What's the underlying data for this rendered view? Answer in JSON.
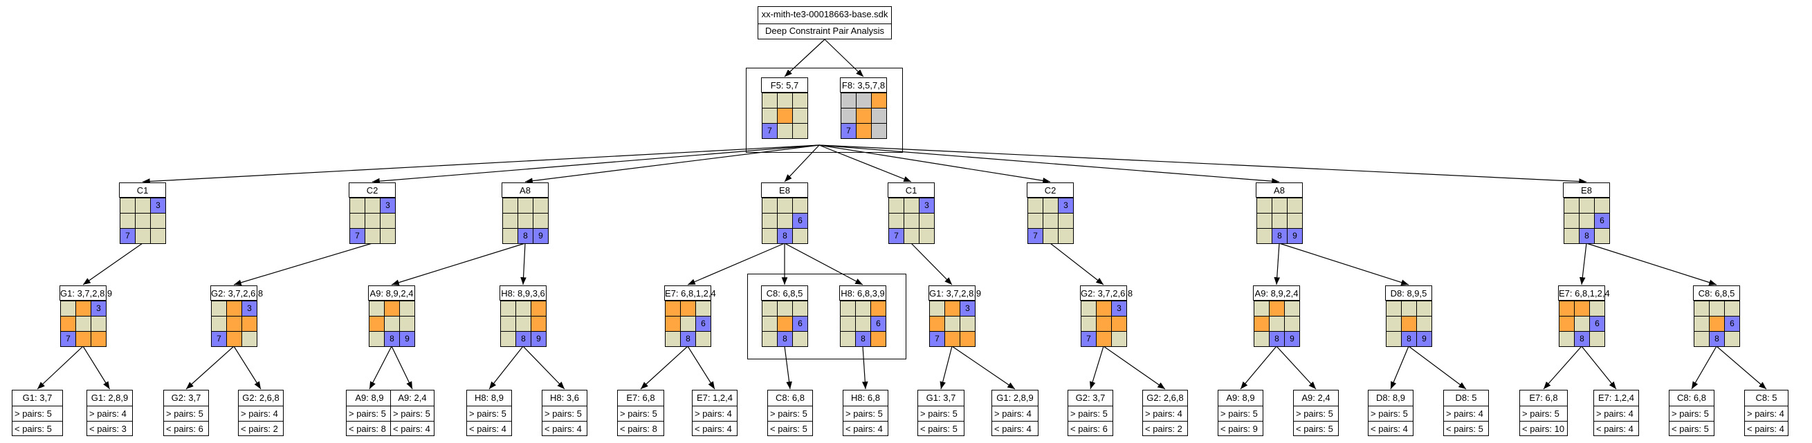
{
  "header": {
    "file": "xx-mith-te3-00018663-base.sdk",
    "subtitle": "Deep Constraint Pair Analysis"
  },
  "colors": {
    "given": "#7f7fff",
    "candidate": "#ffa640",
    "cell": "#ddddbb",
    "excluded": "#c8c8c8",
    "line": "#000000"
  },
  "pair_nodes": [
    {
      "id": "P1",
      "label": "F5: 5,7",
      "cells": [
        "c",
        "c",
        "c",
        "c",
        "o",
        "c",
        "b",
        "c",
        "c"
      ],
      "nums": [
        "",
        "",
        "",
        "",
        "",
        "",
        "7",
        "",
        ""
      ]
    },
    {
      "id": "P2",
      "label": "F8: 3,5,7,8",
      "cells": [
        "g",
        "g",
        "o",
        "g",
        "o",
        "g",
        "b",
        "o",
        "g"
      ],
      "nums": [
        "",
        "",
        "",
        "",
        "",
        "",
        "7",
        "",
        ""
      ]
    }
  ],
  "level1": [
    {
      "id": "L1a",
      "label": "C1",
      "cells": [
        "c",
        "c",
        "b",
        "c",
        "c",
        "c",
        "b",
        "c",
        "c"
      ],
      "nums": [
        "",
        "",
        "3",
        "",
        "",
        "",
        "7",
        "",
        ""
      ]
    },
    {
      "id": "L1b",
      "label": "C2",
      "cells": [
        "c",
        "c",
        "b",
        "c",
        "c",
        "c",
        "b",
        "c",
        "c"
      ],
      "nums": [
        "",
        "",
        "3",
        "",
        "",
        "",
        "7",
        "",
        ""
      ]
    },
    {
      "id": "L1c",
      "label": "A8",
      "cells": [
        "c",
        "c",
        "c",
        "c",
        "c",
        "c",
        "c",
        "b",
        "b"
      ],
      "nums": [
        "",
        "",
        "",
        "",
        "",
        "",
        "",
        "8",
        "9"
      ]
    },
    {
      "id": "L1d",
      "label": "E8",
      "cells": [
        "c",
        "c",
        "c",
        "c",
        "c",
        "b",
        "c",
        "b",
        "c"
      ],
      "nums": [
        "",
        "",
        "",
        "",
        "",
        "6",
        "",
        "8",
        ""
      ]
    },
    {
      "id": "L1e",
      "label": "C1",
      "cells": [
        "c",
        "c",
        "b",
        "c",
        "c",
        "c",
        "b",
        "c",
        "c"
      ],
      "nums": [
        "",
        "",
        "3",
        "",
        "",
        "",
        "7",
        "",
        ""
      ]
    },
    {
      "id": "L1f",
      "label": "C2",
      "cells": [
        "c",
        "c",
        "b",
        "c",
        "c",
        "c",
        "b",
        "c",
        "c"
      ],
      "nums": [
        "",
        "",
        "3",
        "",
        "",
        "",
        "7",
        "",
        ""
      ]
    },
    {
      "id": "L1g",
      "label": "A8",
      "cells": [
        "c",
        "c",
        "c",
        "c",
        "c",
        "c",
        "c",
        "b",
        "b"
      ],
      "nums": [
        "",
        "",
        "",
        "",
        "",
        "",
        "",
        "8",
        "9"
      ]
    },
    {
      "id": "L1h",
      "label": "E8",
      "cells": [
        "c",
        "c",
        "c",
        "c",
        "c",
        "b",
        "c",
        "b",
        "c"
      ],
      "nums": [
        "",
        "",
        "",
        "",
        "",
        "6",
        "",
        "8",
        ""
      ]
    }
  ],
  "level2": [
    {
      "id": "L2a",
      "label": "G1: 3,7,2,8,9",
      "cells": [
        "c",
        "o",
        "b",
        "o",
        "c",
        "c",
        "b",
        "o",
        "o"
      ],
      "nums": [
        "",
        "",
        "3",
        "",
        "",
        "",
        "7",
        "",
        ""
      ]
    },
    {
      "id": "L2b",
      "label": "G2: 3,7,2,6,8",
      "cells": [
        "c",
        "o",
        "b",
        "c",
        "o",
        "o",
        "b",
        "o",
        "c"
      ],
      "nums": [
        "",
        "",
        "3",
        "",
        "",
        "",
        "7",
        "",
        ""
      ]
    },
    {
      "id": "L2c",
      "label": "A9: 8,9,2,4",
      "cells": [
        "c",
        "o",
        "c",
        "o",
        "c",
        "c",
        "c",
        "b",
        "b"
      ],
      "nums": [
        "",
        "",
        "",
        "",
        "",
        "",
        "",
        "8",
        "9"
      ]
    },
    {
      "id": "L2d",
      "label": "H8: 8,9,3,6",
      "cells": [
        "c",
        "c",
        "o",
        "c",
        "c",
        "o",
        "c",
        "b",
        "b"
      ],
      "nums": [
        "",
        "",
        "",
        "",
        "",
        "",
        "",
        "8",
        "9"
      ]
    },
    {
      "id": "L2e",
      "label": "E7: 6,8,1,2,4",
      "cells": [
        "o",
        "o",
        "c",
        "o",
        "c",
        "b",
        "c",
        "b",
        "c"
      ],
      "nums": [
        "",
        "",
        "",
        "",
        "",
        "6",
        "",
        "8",
        ""
      ]
    },
    {
      "id": "L2f",
      "label": "C8: 6,8,5",
      "cells": [
        "c",
        "c",
        "c",
        "c",
        "o",
        "b",
        "c",
        "b",
        "c"
      ],
      "nums": [
        "",
        "",
        "",
        "",
        "",
        "6",
        "",
        "8",
        ""
      ]
    },
    {
      "id": "L2g",
      "label": "H8: 6,8,3,9",
      "cells": [
        "c",
        "c",
        "o",
        "c",
        "c",
        "b",
        "c",
        "b",
        "o"
      ],
      "nums": [
        "",
        "",
        "",
        "",
        "",
        "6",
        "",
        "8",
        ""
      ]
    },
    {
      "id": "L2h",
      "label": "G1: 3,7,2,8,9",
      "cells": [
        "c",
        "o",
        "b",
        "o",
        "c",
        "c",
        "b",
        "o",
        "o"
      ],
      "nums": [
        "",
        "",
        "3",
        "",
        "",
        "",
        "7",
        "",
        ""
      ]
    },
    {
      "id": "L2i",
      "label": "G2: 3,7,2,6,8",
      "cells": [
        "c",
        "o",
        "b",
        "c",
        "o",
        "o",
        "b",
        "o",
        "c"
      ],
      "nums": [
        "",
        "",
        "3",
        "",
        "",
        "",
        "7",
        "",
        ""
      ]
    },
    {
      "id": "L2j",
      "label": "A9: 8,9,2,4",
      "cells": [
        "c",
        "o",
        "c",
        "o",
        "c",
        "c",
        "c",
        "b",
        "b"
      ],
      "nums": [
        "",
        "",
        "",
        "",
        "",
        "",
        "",
        "8",
        "9"
      ]
    },
    {
      "id": "L2k",
      "label": "D8: 8,9,5",
      "cells": [
        "c",
        "c",
        "c",
        "c",
        "o",
        "c",
        "c",
        "b",
        "b"
      ],
      "nums": [
        "",
        "",
        "",
        "",
        "",
        "",
        "",
        "8",
        "9"
      ]
    },
    {
      "id": "L2l",
      "label": "E7: 6,8,1,2,4",
      "cells": [
        "o",
        "o",
        "c",
        "o",
        "c",
        "b",
        "c",
        "b",
        "c"
      ],
      "nums": [
        "",
        "",
        "",
        "",
        "",
        "6",
        "",
        "8",
        ""
      ]
    },
    {
      "id": "L2m",
      "label": "C8: 6,8,5",
      "cells": [
        "c",
        "c",
        "c",
        "c",
        "o",
        "b",
        "c",
        "b",
        "c"
      ],
      "nums": [
        "",
        "",
        "",
        "",
        "",
        "6",
        "",
        "8",
        ""
      ]
    }
  ],
  "leaves": [
    {
      "id": "F1",
      "title": "G1: 3,7",
      "gt": "> pairs: 5",
      "lt": "< pairs: 5"
    },
    {
      "id": "F2",
      "title": "G1: 2,8,9",
      "gt": "> pairs: 4",
      "lt": "< pairs: 3"
    },
    {
      "id": "F3",
      "title": "G2: 3,7",
      "gt": "> pairs: 5",
      "lt": "< pairs: 6"
    },
    {
      "id": "F4",
      "title": "G2: 2,6,8",
      "gt": "> pairs: 4",
      "lt": "< pairs: 2"
    },
    {
      "id": "F5",
      "title": "A9: 8,9",
      "gt": "> pairs: 5",
      "lt": "< pairs: 8"
    },
    {
      "id": "F6",
      "title": "A9: 2,4",
      "gt": "> pairs: 5",
      "lt": "< pairs: 4"
    },
    {
      "id": "F7",
      "title": "H8: 8,9",
      "gt": "> pairs: 5",
      "lt": "< pairs: 4"
    },
    {
      "id": "F8",
      "title": "H8: 3,6",
      "gt": "> pairs: 5",
      "lt": "< pairs: 4"
    },
    {
      "id": "F9",
      "title": "E7: 6,8",
      "gt": "> pairs: 5",
      "lt": "< pairs: 8"
    },
    {
      "id": "F10",
      "title": "E7: 1,2,4",
      "gt": "> pairs: 4",
      "lt": "< pairs: 4"
    },
    {
      "id": "F11",
      "title": "C8: 6,8",
      "gt": "> pairs: 5",
      "lt": "< pairs: 5"
    },
    {
      "id": "F12",
      "title": "H8: 6,8",
      "gt": "> pairs: 5",
      "lt": "< pairs: 4"
    },
    {
      "id": "F13",
      "title": "G1: 3,7",
      "gt": "> pairs: 5",
      "lt": "< pairs: 5"
    },
    {
      "id": "F14",
      "title": "G1: 2,8,9",
      "gt": "> pairs: 4",
      "lt": "< pairs: 4"
    },
    {
      "id": "F15",
      "title": "G2: 3,7",
      "gt": "> pairs: 5",
      "lt": "< pairs: 6"
    },
    {
      "id": "F16",
      "title": "G2: 2,6,8",
      "gt": "> pairs: 4",
      "lt": "< pairs: 2"
    },
    {
      "id": "F17",
      "title": "A9: 8,9",
      "gt": "> pairs: 5",
      "lt": "< pairs: 9"
    },
    {
      "id": "F18",
      "title": "A9: 2,4",
      "gt": "> pairs: 5",
      "lt": "< pairs: 5"
    },
    {
      "id": "F19",
      "title": "D8: 8,9",
      "gt": "> pairs: 5",
      "lt": "< pairs: 4"
    },
    {
      "id": "F20",
      "title": "D8: 5",
      "gt": "> pairs: 4",
      "lt": "< pairs: 5"
    },
    {
      "id": "F21",
      "title": "E7: 6,8",
      "gt": "> pairs: 5",
      "lt": "< pairs: 10"
    },
    {
      "id": "F22",
      "title": "E7: 1,2,4",
      "gt": "> pairs: 4",
      "lt": "< pairs: 4"
    },
    {
      "id": "F23",
      "title": "C8: 6,8",
      "gt": "> pairs: 5",
      "lt": "< pairs: 5"
    },
    {
      "id": "F24",
      "title": "C8: 5",
      "gt": "> pairs: 4",
      "lt": "< pairs: 4"
    }
  ]
}
